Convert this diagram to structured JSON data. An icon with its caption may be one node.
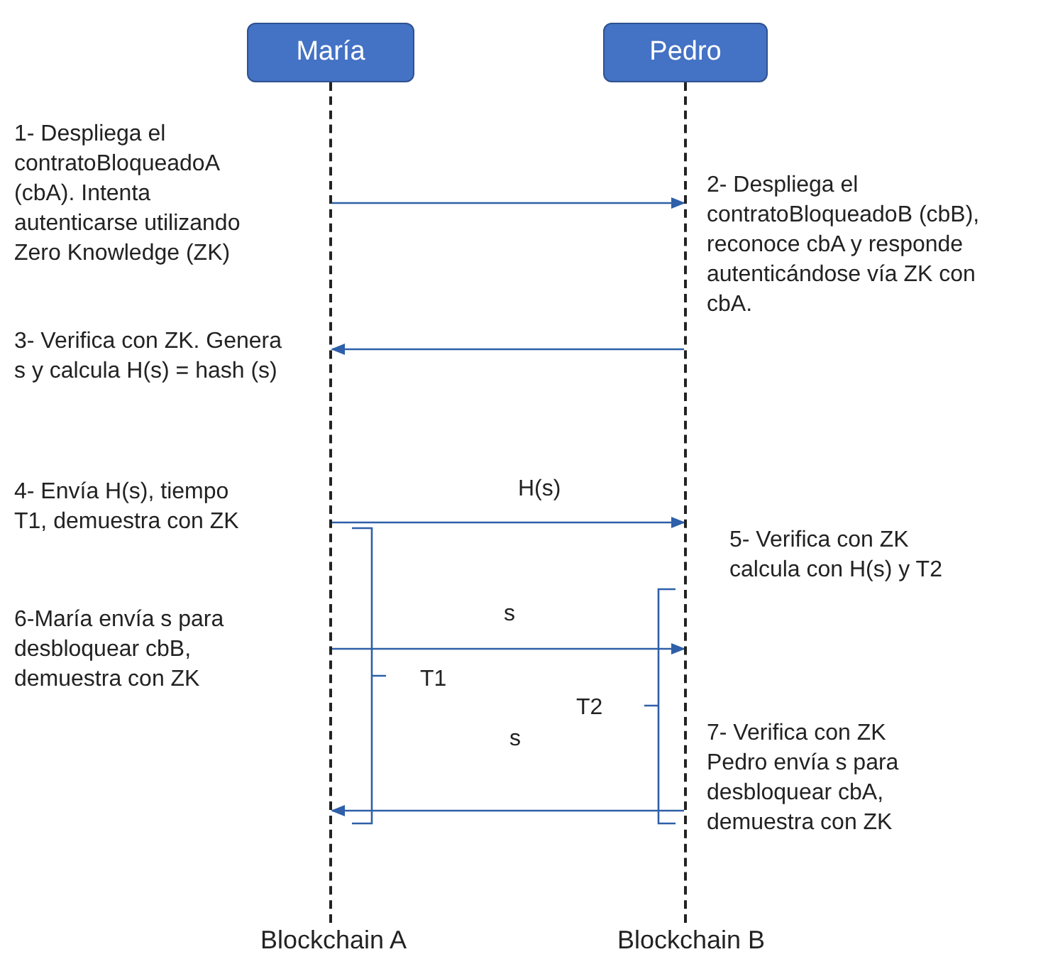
{
  "diagram": {
    "nodes": [
      {
        "text": [
          "María"
        ]
      },
      {
        "text": [
          "Pedro"
        ]
      },
      {
        "text": [],
        "shape": "line"
      },
      {
        "text": [],
        "shape": "line"
      }
    ],
    "edges": [
      {
        "from": 2,
        "to": 3,
        "arrow": "to"
      },
      {
        "from": 3,
        "to": 2,
        "arrow": "to"
      },
      {
        "from": 2,
        "to": 3,
        "arrow": "to",
        "label": "H(s)"
      },
      {
        "from": 2,
        "to": 3,
        "arrow": "to",
        "label": "s"
      },
      {
        "from": 3,
        "to": 2,
        "arrow": "to",
        "label": "s"
      }
    ],
    "labels": [
      "1- Despliega el contratoBloqueadoA (cbA). Intenta autenticarse utilizando Zero Knowledge (ZK)",
      "2- Despliega el contratoBloqueadoB (cbB), reconoce cbA y responde autenticándose vía ZK con cbA.",
      "3- Verifica con ZK. Genera s y calcula H(s) = hash (s)",
      "4- Envía H(s), tiempo T1, demuestra con ZK",
      "5- Verifica con ZK calcula con H(s) y T2",
      "6-María envía s para desbloquear cbB, demuestra con ZK",
      "T1",
      "T2",
      "7- Verifica con ZK Pedro envía s para desbloquear cbA, demuestra con ZK",
      "Blockchain A",
      "Blockchain B"
    ]
  }
}
